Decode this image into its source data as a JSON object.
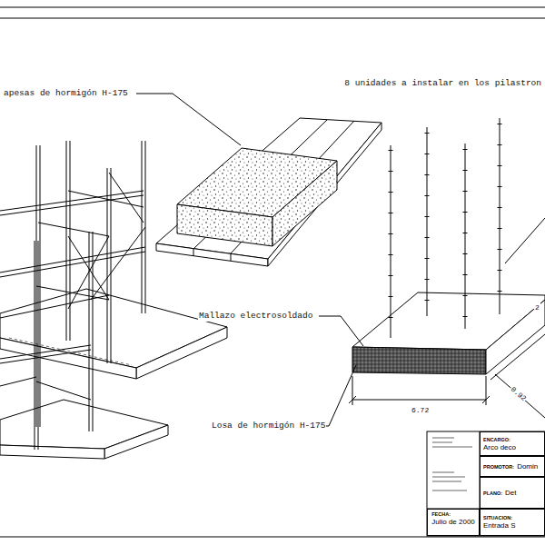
{
  "diagram": {
    "nodes": [
      {
        "text": [
          "FECHA:",
          "Julio de 2000"
        ]
      },
      {
        "text": [
          "ENCARGO:",
          "Arco deco"
        ]
      },
      {
        "text": [
          "PROMOTOR:",
          "Domin"
        ]
      },
      {
        "text": [
          "PLANO:",
          "Det"
        ]
      },
      {
        "text": [
          "SITUACION:",
          "Entrada S"
        ]
      }
    ],
    "labels": [
      "apesas de hormigón H-175",
      "8 unidades a instalar en los pilastron",
      "Mallazo electrosoldado",
      "Losa de hormigón H-175",
      "6.72",
      "0.92",
      "2"
    ]
  }
}
